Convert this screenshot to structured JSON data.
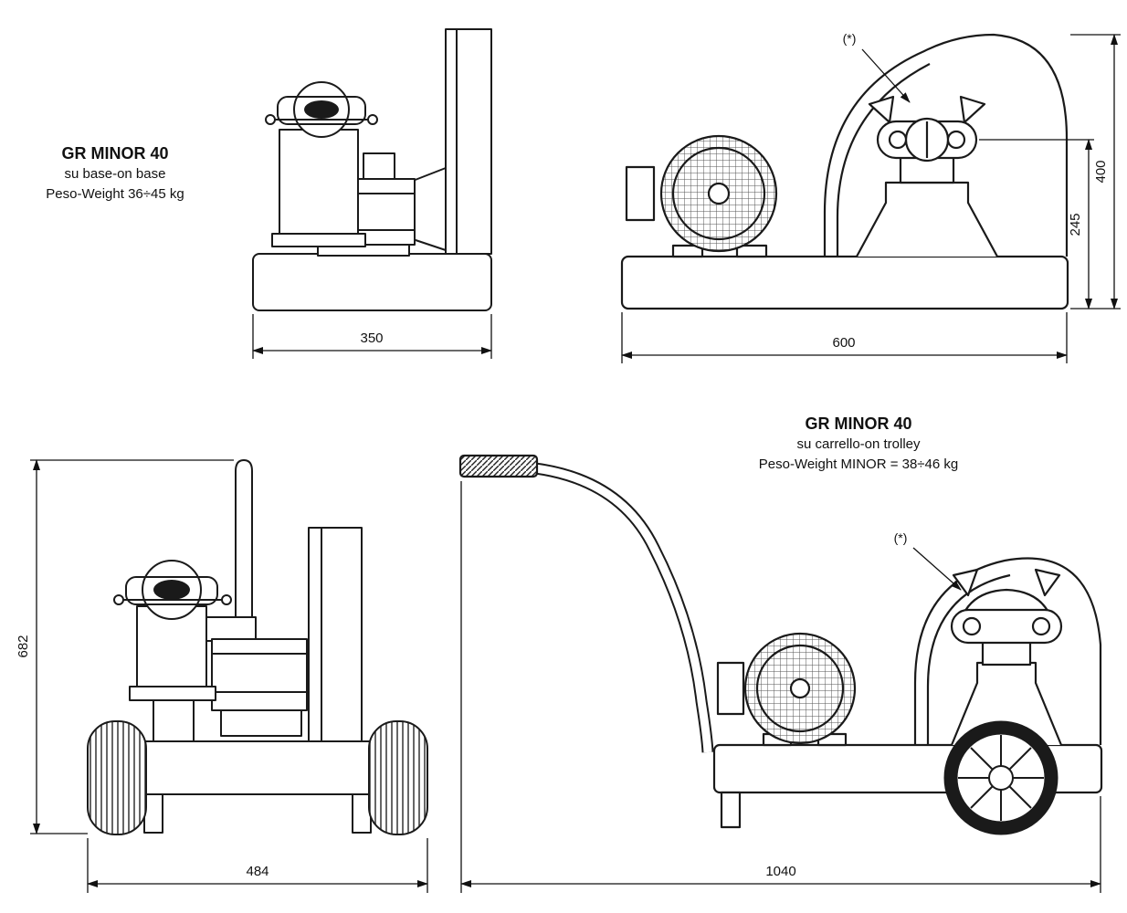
{
  "drawing": {
    "line_color": "#1a1a1a",
    "background": "#ffffff"
  },
  "views": {
    "base_side": {
      "title": "GR MINOR 40",
      "subtitle": "su base-on base",
      "weight": "Peso-Weight 36÷45 kg",
      "dims": {
        "width": "350"
      }
    },
    "base_front": {
      "note": "(*)",
      "dims": {
        "width": "600",
        "height_total": "400",
        "height_port": "245"
      }
    },
    "trolley_front": {
      "dims": {
        "height": "682",
        "width": "484"
      }
    },
    "trolley_side": {
      "title": "GR MINOR 40",
      "subtitle": "su carrello-on trolley",
      "weight": "Peso-Weight  MINOR = 38÷46 kg",
      "note": "(*)",
      "dims": {
        "width": "1040"
      }
    }
  }
}
